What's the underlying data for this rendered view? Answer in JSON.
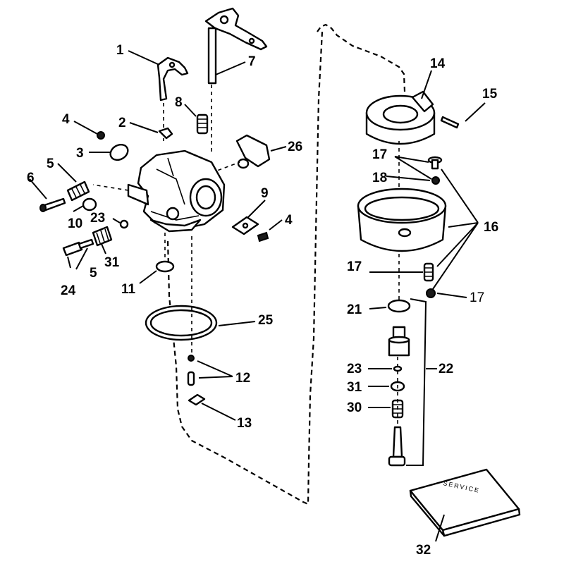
{
  "callouts": [
    {
      "id": "c1",
      "text": "1"
    },
    {
      "id": "c7",
      "text": "7"
    },
    {
      "id": "c8",
      "text": "8"
    },
    {
      "id": "c4a",
      "text": "4"
    },
    {
      "id": "c2",
      "text": "2"
    },
    {
      "id": "c3",
      "text": "3"
    },
    {
      "id": "c26",
      "text": "26"
    },
    {
      "id": "c5a",
      "text": "5"
    },
    {
      "id": "c6",
      "text": "6"
    },
    {
      "id": "c9",
      "text": "9"
    },
    {
      "id": "c4b",
      "text": "4"
    },
    {
      "id": "c10",
      "text": "10"
    },
    {
      "id": "c23a",
      "text": "23"
    },
    {
      "id": "c31a",
      "text": "31"
    },
    {
      "id": "c5b",
      "text": "5"
    },
    {
      "id": "c24",
      "text": "24"
    },
    {
      "id": "c11",
      "text": "11"
    },
    {
      "id": "c25",
      "text": "25"
    },
    {
      "id": "c12",
      "text": "12"
    },
    {
      "id": "c13",
      "text": "13"
    },
    {
      "id": "c14",
      "text": "14"
    },
    {
      "id": "c15",
      "text": "15"
    },
    {
      "id": "c17a",
      "text": "17"
    },
    {
      "id": "c18",
      "text": "18"
    },
    {
      "id": "c16",
      "text": "16"
    },
    {
      "id": "c17b",
      "text": "17"
    },
    {
      "id": "c17c",
      "text": "17"
    },
    {
      "id": "c21",
      "text": "21"
    },
    {
      "id": "c22",
      "text": "22"
    },
    {
      "id": "c23b",
      "text": "23"
    },
    {
      "id": "c31b",
      "text": "31"
    },
    {
      "id": "c30",
      "text": "30"
    },
    {
      "id": "c32",
      "text": "32"
    }
  ],
  "part_32_label": "SERVICE"
}
